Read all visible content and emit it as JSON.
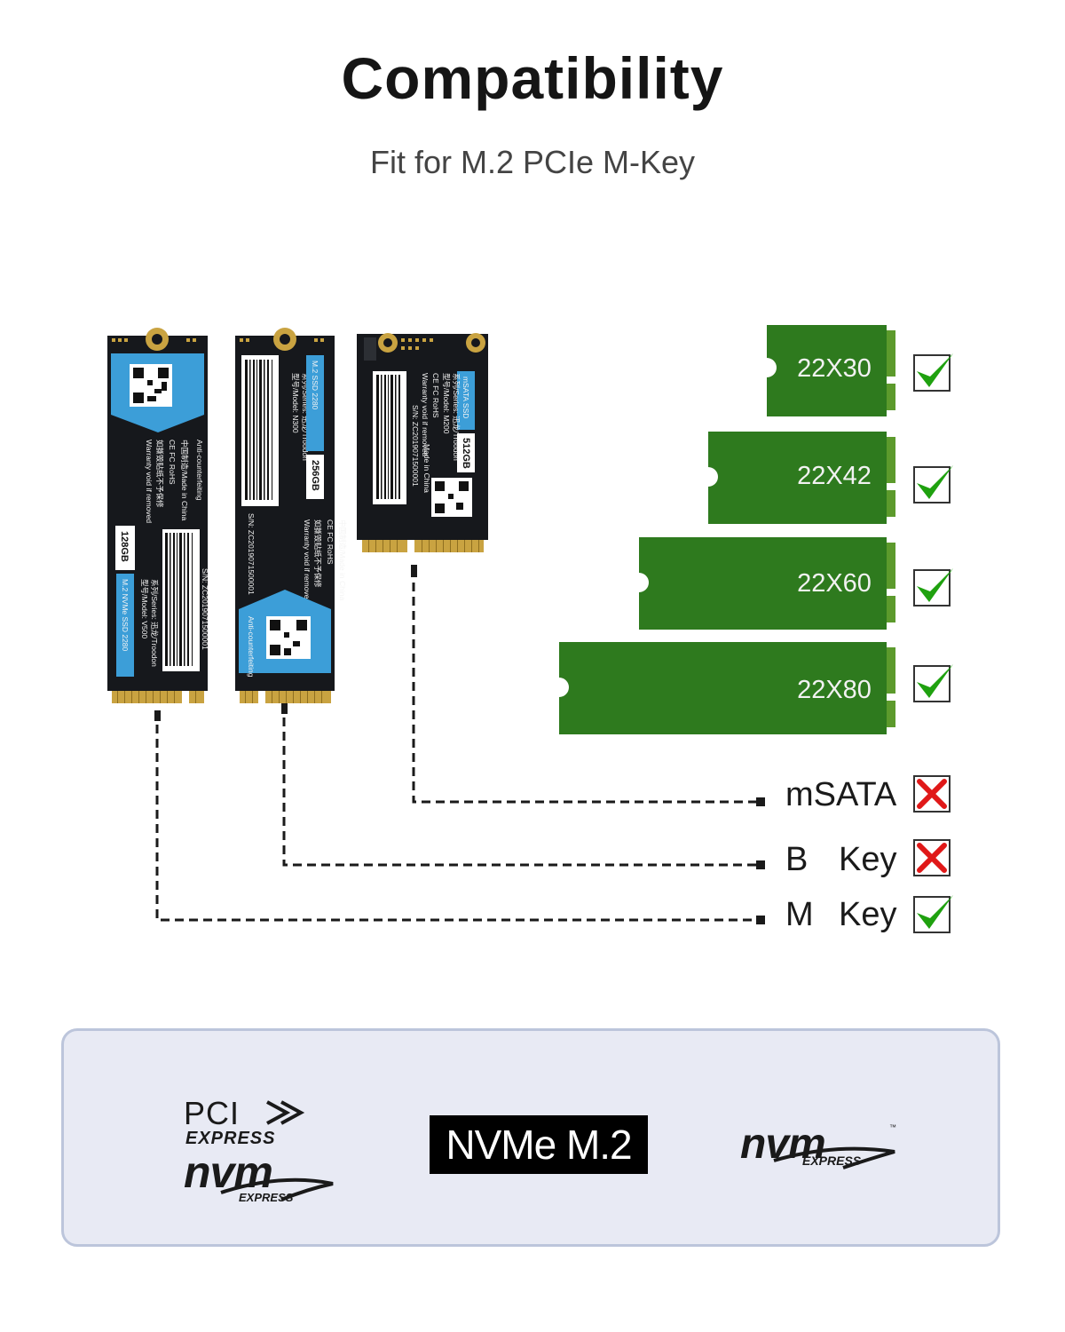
{
  "header": {
    "title": "Compatibility",
    "subtitle": "Fit for M.2 PCIe M-Key"
  },
  "ssd_cards": {
    "nvme_2280": {
      "product_tag": "M.2 NVMe SSD 2280",
      "capacity": "128GB",
      "model": "型号/Model: V500",
      "series": "系列/Series: 迅龙/Troodon",
      "serial": "S/N: ZC2019071500001",
      "certs": "CE FC RoHS",
      "warranty": "Warranty void if removed",
      "warranty_cn": "如撕毁贴纸不予保修",
      "origin": "中国制造/Made in China",
      "anti": "Anti-counterfeiting"
    },
    "sata_2280": {
      "product_tag": "M.2 SSD 2280",
      "capacity": "256GB",
      "model": "型号/Model: N300",
      "series": "系列/Series: 迅龙/Troodon",
      "serial": "S/N: ZC2019071500001",
      "certs": "CE FC RoHS",
      "warranty": "Warranty void if removed",
      "warranty_cn": "如撕毁贴纸不予保修",
      "origin": "中国制造/Made in China",
      "anti": "Anti-counterfeiting"
    },
    "msata": {
      "product_tag": "mSATA SSD",
      "capacity": "512GB",
      "model": "型号/Model: M200",
      "series": "系列/Series: 迅龙/Troodon",
      "serial": "S/N: ZC2019071500001",
      "certs": "CE FC RoHS",
      "warranty": "Warranty void if removed",
      "origin": "Made in China"
    }
  },
  "sizes": [
    {
      "label": "22X30",
      "compatible": true
    },
    {
      "label": "22X42",
      "compatible": true
    },
    {
      "label": "22X60",
      "compatible": true
    },
    {
      "label": "22X80",
      "compatible": true
    }
  ],
  "interfaces": [
    {
      "letter": "mSATA",
      "word": "",
      "compatible": false
    },
    {
      "letter": "B",
      "word": "Key",
      "compatible": false
    },
    {
      "letter": "M",
      "word": "Key",
      "compatible": true
    }
  ],
  "logos": {
    "pci_text": "PCI",
    "express_text": "EXPRESS",
    "nvm_text": "nvm",
    "nvm_express_text": "EXPRESS",
    "nvme_m2_text": "NVMe M.2"
  },
  "colors": {
    "pcb_green": "#2e7a1e",
    "check_green": "#1fa10f",
    "cross_red": "#e01818",
    "ssd_blue": "#3c9ed8",
    "gold": "#c9a341",
    "panel_bg": "#e8eaf4"
  }
}
